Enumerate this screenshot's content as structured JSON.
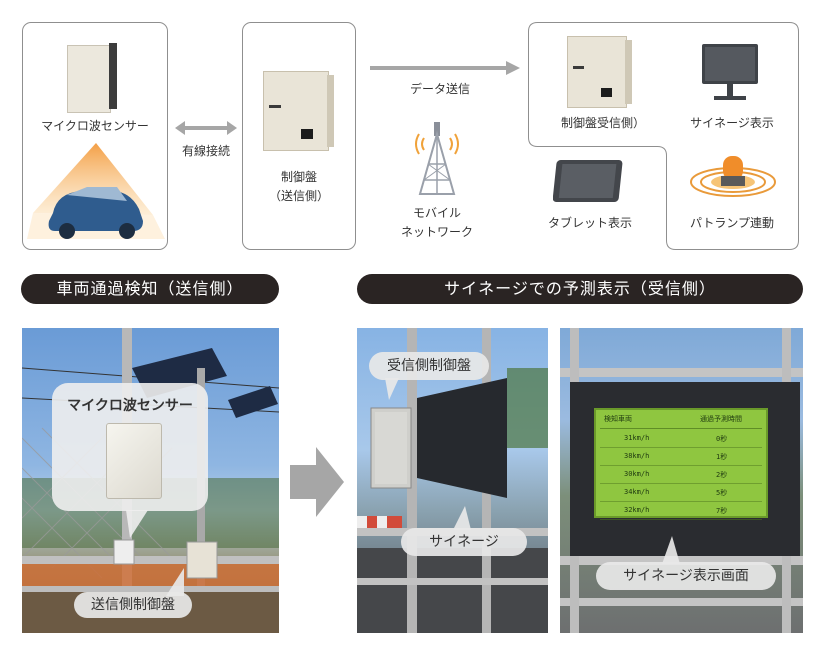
{
  "diagram": {
    "sender_box": {
      "sensor_label": "マイクロ波センサー"
    },
    "link_wired": "有線接続",
    "control_box": {
      "line1": "制御盤",
      "line2": "（送信側）"
    },
    "data_send": "データ送信",
    "mobile_network": {
      "line1": "モバイル",
      "line2": "ネットワーク"
    },
    "receiver_box": {
      "control_label": "制御盤受信側）",
      "signage_label": "サイネージ表示",
      "tablet_label": "タブレット表示",
      "patlamp_label": "パトランプ連動"
    }
  },
  "banners": {
    "left": "車両通過検知（送信側）",
    "right": "サイネージでの予測表示（受信側）"
  },
  "photos": {
    "left_callout_sensor": "マイクロ波センサー",
    "left_callout_panel": "送信側制御盤",
    "mid_callout_panel": "受信側制御盤",
    "mid_callout_signage": "サイネージ",
    "right_callout_screen": "サイネージ表示画面"
  },
  "signage_table": {
    "headers": [
      "検知車両",
      "通過予測時間"
    ],
    "rows": [
      [
        "31km/h",
        "0秒"
      ],
      [
        "38km/h",
        "1秒"
      ],
      [
        "30km/h",
        "2秒"
      ],
      [
        "34km/h",
        "5秒"
      ],
      [
        "32km/h",
        "7秒"
      ]
    ]
  },
  "colors": {
    "banner": "#2a2423",
    "arrow": "#a6a6a6",
    "signage_screen": "#8fc640",
    "beam": "#f6a84a"
  }
}
